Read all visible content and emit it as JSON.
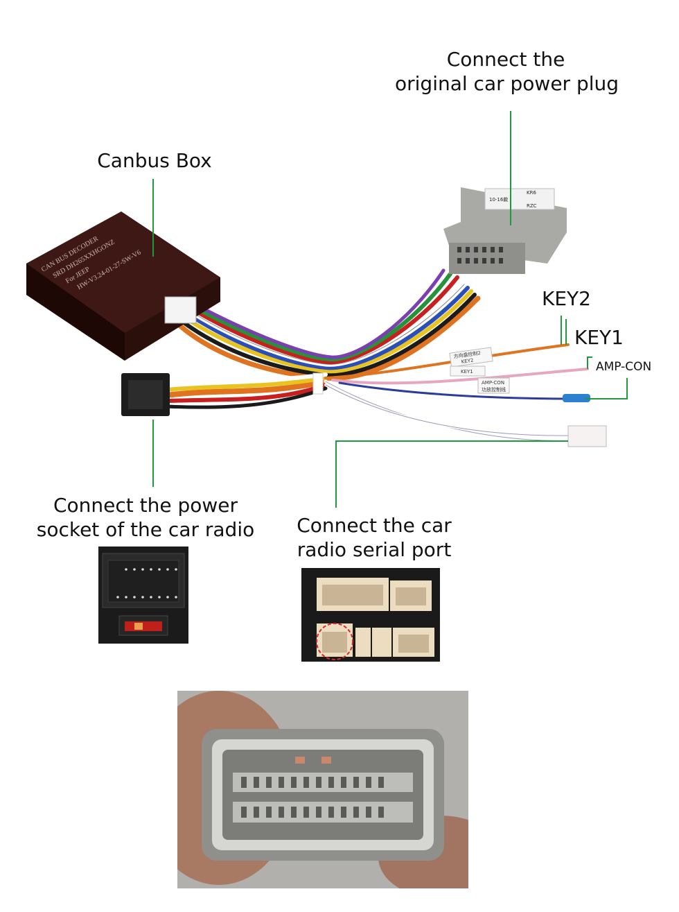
{
  "labels": {
    "power_plug": [
      "Connect the",
      "original car power plug"
    ],
    "canbus_box": "Canbus Box",
    "key2": "KEY2",
    "key1": "KEY1",
    "amp_con": "AMP-CON",
    "power_socket": [
      "Connect the power",
      "socket of the car radio"
    ],
    "serial_port": [
      "Connect the car",
      "radio serial port"
    ]
  },
  "canbus_box_print": [
    "CAN BUS DECODER",
    "SRD  DH265XXHGONZ",
    "For  JEEP",
    "HW-V3.24-01-27-SW-V6"
  ],
  "tags": {
    "plug_tag": [
      "KR6",
      "10-16款",
      "RZC"
    ],
    "key2_tag": [
      "方向盘控制2",
      "KEY2"
    ],
    "key1_tag": [
      "KEY1"
    ],
    "amp_tag": [
      "AMP-CON",
      "功放控制线"
    ]
  },
  "colors": {
    "leader_line": "#1e9a3c",
    "box": "#3a1712",
    "connector_grey": "#a9a9a6"
  }
}
